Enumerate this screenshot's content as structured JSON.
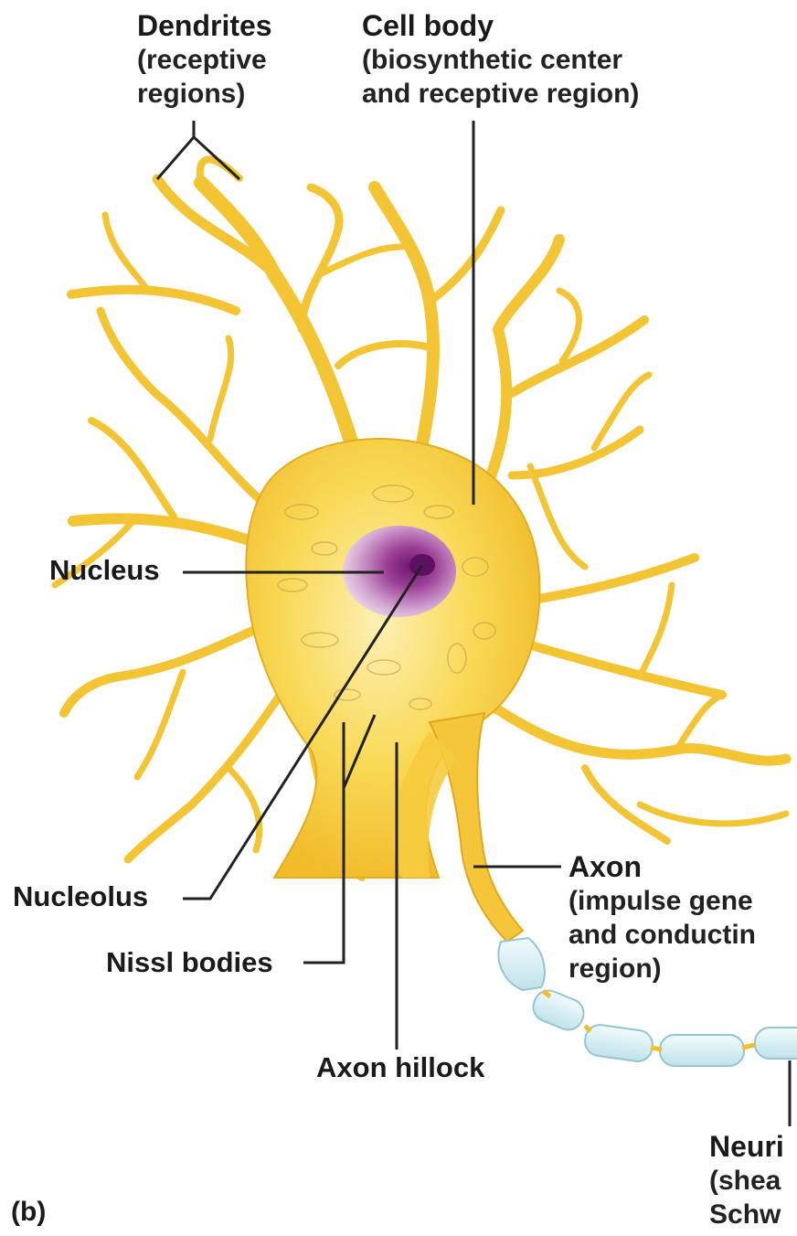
{
  "labels": {
    "dendrites": {
      "title": "Dendrites",
      "sub1": "(receptive",
      "sub2": "regions)"
    },
    "cell_body": {
      "title": "Cell body",
      "sub1": "(biosynthetic center",
      "sub2": "and receptive region)"
    },
    "nucleus": "Nucleus",
    "nucleolus": "Nucleolus",
    "nissl_bodies": "Nissl bodies",
    "axon_hillock": "Axon hillock",
    "axon": {
      "title": "Axon",
      "sub1": "(impulse gene",
      "sub2": "and conductin",
      "sub3": "region)"
    },
    "neurilemma": {
      "title": "Neuri",
      "sub1": "(shea",
      "sub2": "Schw"
    },
    "panel": "(b)"
  },
  "colors": {
    "neuron_fill": "#f6c93a",
    "neuron_light": "#fbe58e",
    "neuron_edge": "#e0a81c",
    "nucleus": "#9b3d95",
    "nucleolus": "#5e1060",
    "myelin": "#cfe9ee",
    "myelin_edge": "#9ccbd6",
    "leader": "#222222"
  }
}
